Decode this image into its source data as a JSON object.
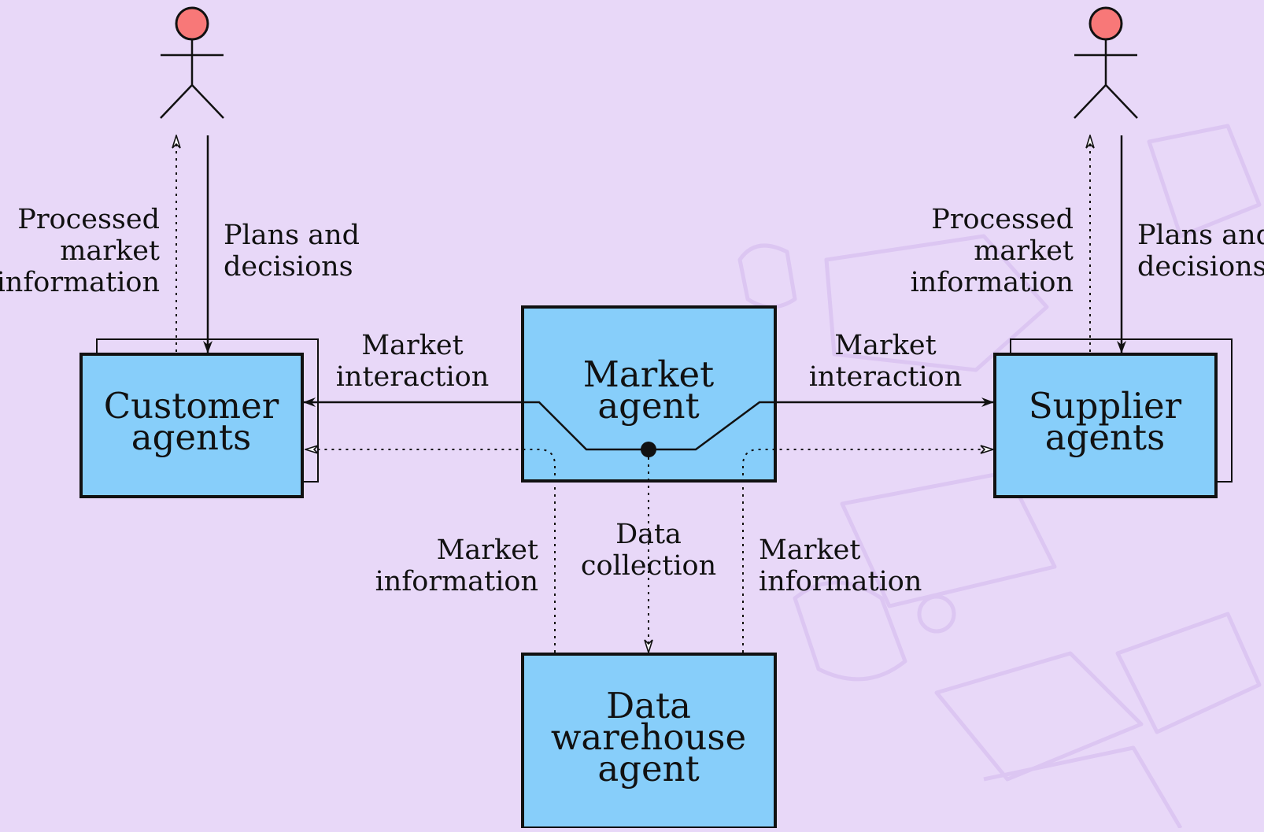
{
  "actors": {
    "customer_actor": {
      "head_color": "#f87878"
    },
    "supplier_actor": {
      "head_color": "#f87878"
    }
  },
  "boxes": {
    "customer": {
      "line1": "Customer",
      "line2": "agents"
    },
    "market": {
      "line1": "Market",
      "line2": "agent"
    },
    "supplier": {
      "line1": "Supplier",
      "line2": "agents"
    },
    "warehouse": {
      "line1": "Data",
      "line2": "warehouse",
      "line3": "agent"
    }
  },
  "labels": {
    "left_processed": {
      "line1": "Processed",
      "line2": "market",
      "line3": "information"
    },
    "left_plans": {
      "line1": "Plans and",
      "line2": "decisions"
    },
    "right_processed": {
      "line1": "Processed",
      "line2": "market",
      "line3": "information"
    },
    "right_plans": {
      "line1": "Plans and",
      "line2": "decisions"
    },
    "left_interaction": {
      "line1": "Market",
      "line2": "interaction"
    },
    "right_interaction": {
      "line1": "Market",
      "line2": "interaction"
    },
    "left_info": {
      "line1": "Market",
      "line2": "information"
    },
    "data_collection": {
      "line1": "Data",
      "line2": "collection"
    },
    "right_info": {
      "line1": "Market",
      "line2": "information"
    }
  },
  "colors": {
    "background": "#e8d8f8",
    "box_fill": "#87cefa",
    "actor_head": "#f87878"
  }
}
